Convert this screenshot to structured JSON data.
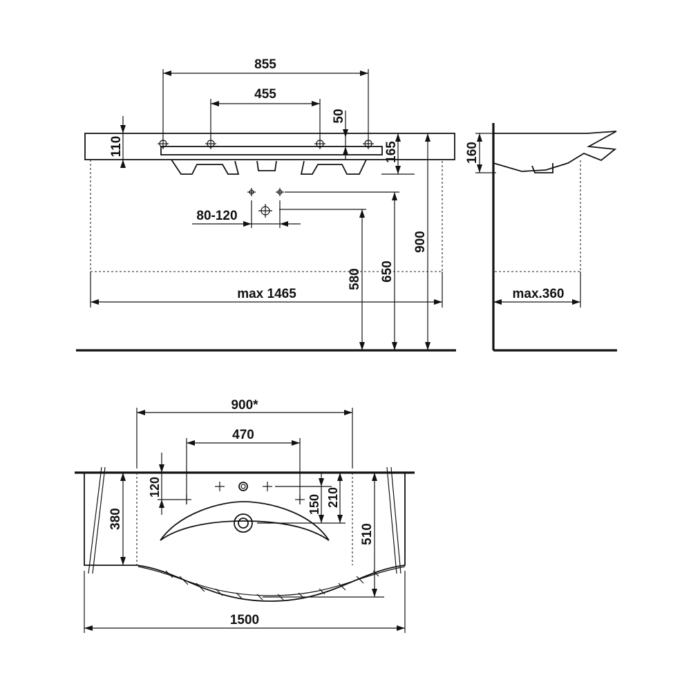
{
  "front_view": {
    "width_855": "855",
    "width_455": "455",
    "height_50": "50",
    "height_110": "110",
    "height_165": "165",
    "range_80_120": "80-120",
    "height_900": "900",
    "height_650": "650",
    "height_580": "580",
    "max_1465": "max 1465"
  },
  "side_view": {
    "height_160": "160",
    "max_360": "max.360"
  },
  "top_view": {
    "width_900": "900*",
    "width_470": "470",
    "depth_120": "120",
    "depth_150": "150",
    "depth_210": "210",
    "depth_380": "380",
    "depth_510": "510",
    "width_1500": "1500"
  }
}
